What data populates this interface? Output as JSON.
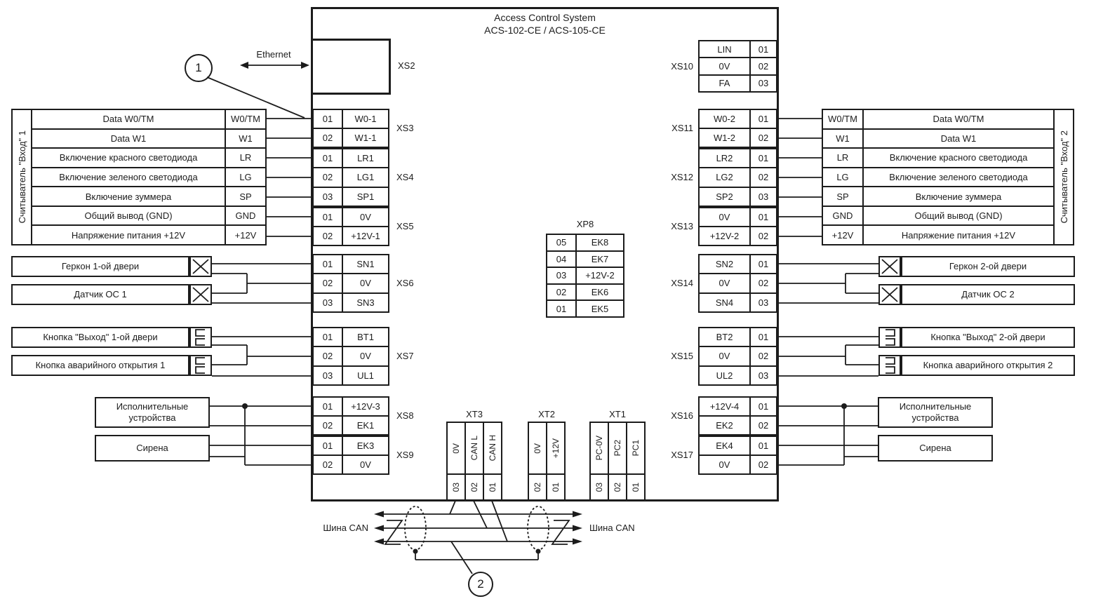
{
  "colors": {
    "line": "#1c1c1c",
    "background": "#ffffff"
  },
  "title": {
    "line1": "Access Control System",
    "line2": "ACS-102-CE / ACS-105-CE"
  },
  "labels": {
    "ethernet": "Ethernet",
    "can_bus_left": "Шина CAN",
    "can_bus_right": "Шина CAN",
    "callout_1": "1",
    "callout_2": "2"
  },
  "readers": {
    "left": {
      "name": "Считыватель \"Вход\" 1",
      "rows": [
        {
          "desc": "Data W0/TM",
          "tag": "W0/TM"
        },
        {
          "desc": "Data W1",
          "tag": "W1"
        },
        {
          "desc": "Включение красного светодиода",
          "tag": "LR"
        },
        {
          "desc": "Включение зеленого светодиода",
          "tag": "LG"
        },
        {
          "desc": "Включение зуммера",
          "tag": "SP"
        },
        {
          "desc": "Общий вывод (GND)",
          "tag": "GND"
        },
        {
          "desc": "Напряжение питания +12V",
          "tag": "+12V"
        }
      ]
    },
    "right": {
      "name": "Считыватель \"Вход\" 2",
      "rows": [
        {
          "desc": "Data W0/TM",
          "tag": "W0/TM"
        },
        {
          "desc": "Data W1",
          "tag": "W1"
        },
        {
          "desc": "Включение красного светодиода",
          "tag": "LR"
        },
        {
          "desc": "Включение зеленого светодиода",
          "tag": "LG"
        },
        {
          "desc": "Включение зуммера",
          "tag": "SP"
        },
        {
          "desc": "Общий вывод (GND)",
          "tag": "GND"
        },
        {
          "desc": "Напряжение питания +12V",
          "tag": "+12V"
        }
      ]
    }
  },
  "connectors": {
    "xs2": {
      "name": "XS2"
    },
    "xs3": {
      "name": "XS3",
      "pins": [
        [
          "01",
          "W0-1"
        ],
        [
          "02",
          "W1-1"
        ]
      ]
    },
    "xs4": {
      "name": "XS4",
      "pins": [
        [
          "01",
          "LR1"
        ],
        [
          "02",
          "LG1"
        ],
        [
          "03",
          "SP1"
        ]
      ]
    },
    "xs5": {
      "name": "XS5",
      "pins": [
        [
          "01",
          "0V"
        ],
        [
          "02",
          "+12V-1"
        ]
      ]
    },
    "xs6": {
      "name": "XS6",
      "pins": [
        [
          "01",
          "SN1"
        ],
        [
          "02",
          "0V"
        ],
        [
          "03",
          "SN3"
        ]
      ]
    },
    "xs7": {
      "name": "XS7",
      "pins": [
        [
          "01",
          "BT1"
        ],
        [
          "02",
          "0V"
        ],
        [
          "03",
          "UL1"
        ]
      ]
    },
    "xs8": {
      "name": "XS8",
      "pins": [
        [
          "01",
          "+12V-3"
        ],
        [
          "02",
          "EK1"
        ]
      ]
    },
    "xs9": {
      "name": "XS9",
      "pins": [
        [
          "01",
          "EK3"
        ],
        [
          "02",
          "0V"
        ]
      ]
    },
    "xs10": {
      "name": "XS10",
      "pins": [
        [
          "LIN",
          "01"
        ],
        [
          "0V",
          "02"
        ],
        [
          "FA",
          "03"
        ]
      ]
    },
    "xs11": {
      "name": "XS11",
      "pins": [
        [
          "W0-2",
          "01"
        ],
        [
          "W1-2",
          "02"
        ]
      ]
    },
    "xs12": {
      "name": "XS12",
      "pins": [
        [
          "LR2",
          "01"
        ],
        [
          "LG2",
          "02"
        ],
        [
          "SP2",
          "03"
        ]
      ]
    },
    "xs13": {
      "name": "XS13",
      "pins": [
        [
          "0V",
          "01"
        ],
        [
          "+12V-2",
          "02"
        ]
      ]
    },
    "xs14": {
      "name": "XS14",
      "pins": [
        [
          "SN2",
          "01"
        ],
        [
          "0V",
          "02"
        ],
        [
          "SN4",
          "03"
        ]
      ]
    },
    "xs15": {
      "name": "XS15",
      "pins": [
        [
          "BT2",
          "01"
        ],
        [
          "0V",
          "02"
        ],
        [
          "UL2",
          "03"
        ]
      ]
    },
    "xs16": {
      "name": "XS16",
      "pins": [
        [
          "+12V-4",
          "01"
        ],
        [
          "EK2",
          "02"
        ]
      ]
    },
    "xs17": {
      "name": "XS17",
      "pins": [
        [
          "EK4",
          "01"
        ],
        [
          "0V",
          "02"
        ]
      ]
    },
    "xp8": {
      "name": "XP8",
      "pins": [
        [
          "05",
          "EK8"
        ],
        [
          "04",
          "EK7"
        ],
        [
          "03",
          "+12V-2"
        ],
        [
          "02",
          "EK6"
        ],
        [
          "01",
          "EK5"
        ]
      ]
    },
    "xt3": {
      "name": "XT3",
      "cols": [
        {
          "signal": "0V",
          "pin": "03"
        },
        {
          "signal": "CAN L",
          "pin": "02"
        },
        {
          "signal": "CAN H",
          "pin": "01"
        }
      ]
    },
    "xt2": {
      "name": "XT2",
      "cols": [
        {
          "signal": "0V",
          "pin": "02"
        },
        {
          "signal": "+12V",
          "pin": "01"
        }
      ]
    },
    "xt1": {
      "name": "XT1",
      "cols": [
        {
          "signal": "PC-0V",
          "pin": "03"
        },
        {
          "signal": "PC2",
          "pin": "02"
        },
        {
          "signal": "PC1",
          "pin": "01"
        }
      ]
    }
  },
  "devices": {
    "left": {
      "reed_switch": "Геркон 1-ой  двери",
      "tamper_sensor": "Датчик ОС 1",
      "exit_button": "Кнопка \"Выход\" 1-ой двери",
      "emergency_button": "Кнопка аварийного открытия 1",
      "actuators": "Исполнительные устройства",
      "siren": "Сирена"
    },
    "right": {
      "reed_switch": "Геркон 2-ой двери",
      "tamper_sensor": "Датчик ОС 2",
      "exit_button": "Кнопка \"Выход\" 2-ой двери",
      "emergency_button": "Кнопка аварийного открытия 2",
      "actuators": "Исполнительные устройства",
      "siren": "Сирена"
    }
  }
}
